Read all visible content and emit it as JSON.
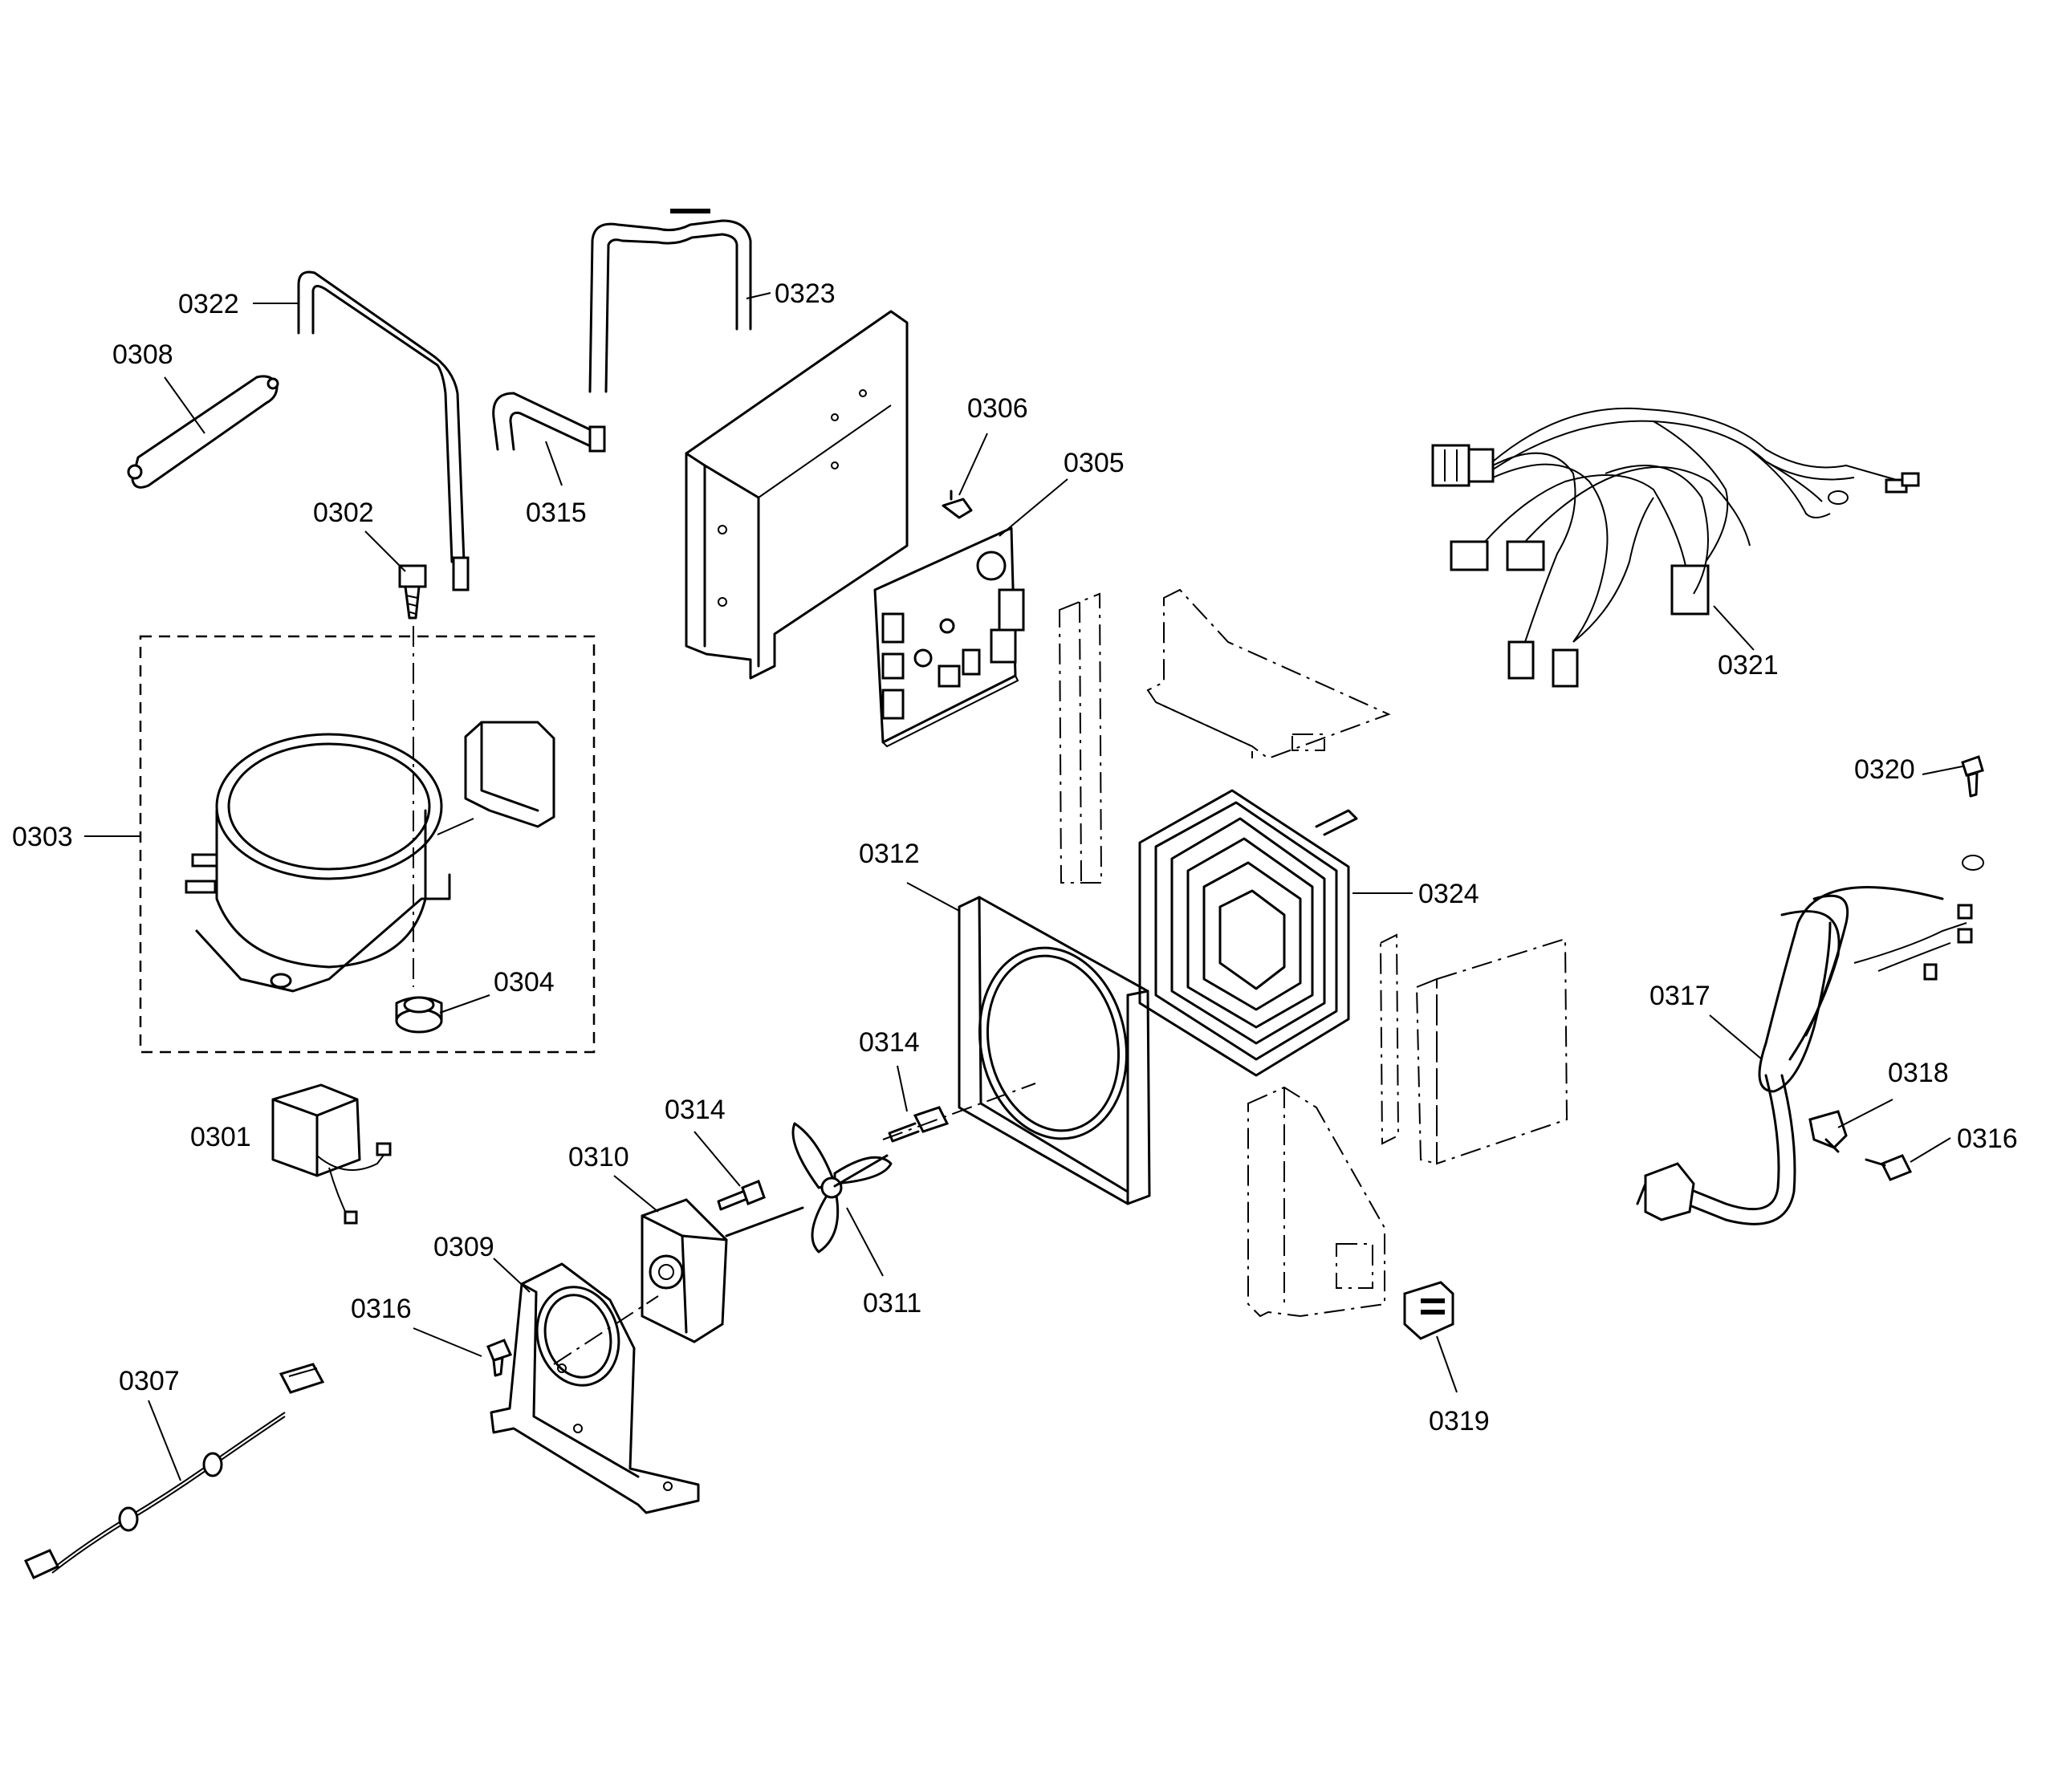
{
  "labels": {
    "p0322": "0322",
    "p0323": "0323",
    "p0308": "0308",
    "p0315": "0315",
    "p0302": "0302",
    "p0306": "0306",
    "p0305": "0305",
    "p0321": "0321",
    "p0303": "0303",
    "p0304": "0304",
    "p0320": "0320",
    "p0312": "0312",
    "p0324": "0324",
    "p0317": "0317",
    "p0314a": "0314",
    "p0314b": "0314",
    "p0301": "0301",
    "p0318": "0318",
    "p0316a": "0316",
    "p0310": "0310",
    "p0309": "0309",
    "p0311": "0311",
    "p0316b": "0316",
    "p0307": "0307",
    "p0319": "0319"
  }
}
